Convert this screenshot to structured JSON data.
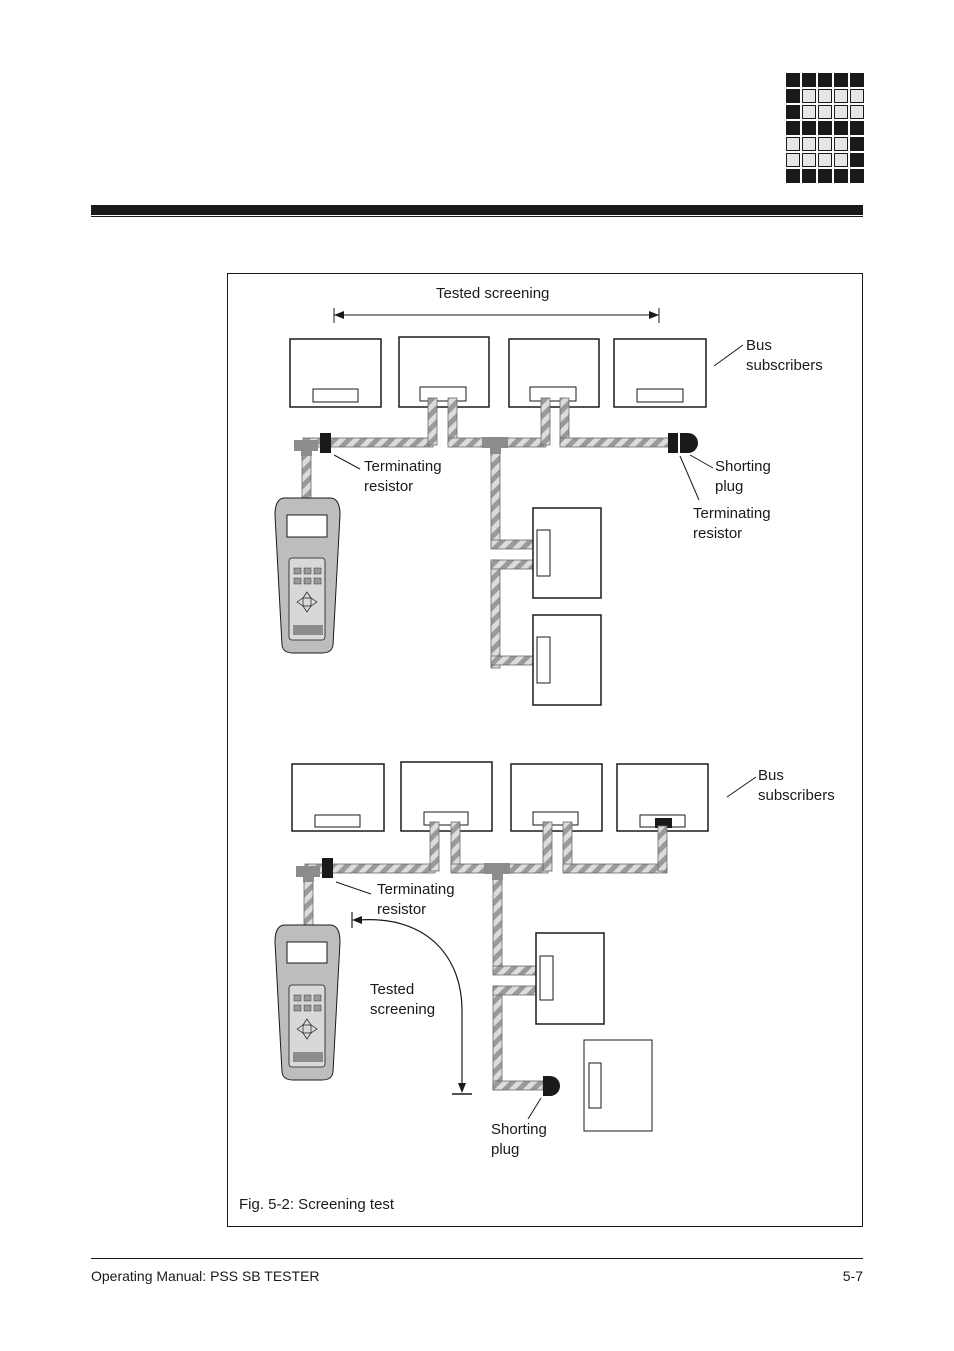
{
  "top": {
    "label_tested_screening": "Tested screening",
    "label_bus_subscribers": "Bus\nsubscribers",
    "label_terminating_resistor_left": "Terminating\nresistor",
    "label_shorting_plug": "Shorting\nplug",
    "label_terminating_resistor_right": "Terminating\nresistor"
  },
  "bottom": {
    "label_bus_subscribers": "Bus\nsubscribers",
    "label_terminating_resistor": "Terminating\nresistor",
    "label_tested_screening": "Tested\nscreening",
    "label_shorting_plug": "Shorting\nplug"
  },
  "caption": "Fig. 5-2: Screening test",
  "footer": {
    "left": "Operating Manual: PSS SB TESTER",
    "right": "5-7"
  },
  "colors": {
    "cable_light": "#c8c8c8",
    "cable_mid": "#8c8c8c",
    "device_body": "#bdbdbd",
    "ink": "#1a1a1a"
  },
  "icons": [
    "handheld-tester-icon",
    "shorting-plug-icon",
    "terminating-resistor-icon",
    "ground-icon"
  ]
}
